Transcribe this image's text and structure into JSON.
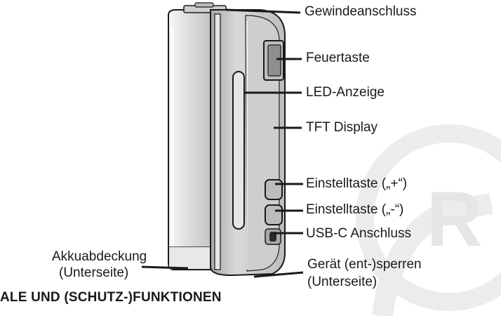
{
  "diagram": {
    "labels": {
      "thread": "Gewindeanschluss",
      "fire_button": "Feuertaste",
      "led": "LED-Anzeige",
      "display": "TFT Display",
      "adjust_plus": "Einstelltaste („+“)",
      "adjust_minus": "Einstelltaste („-“)",
      "usb": "USB-C Anschluss",
      "battery_cover_1": "Akkuabdeckung",
      "battery_cover_2": "(Unterseite)",
      "lock_1": "Gerät (ent-)sperren",
      "lock_2": "(Unterseite)"
    },
    "section_heading": "ALE UND (SCHUTZ-)FUNKTIONEN",
    "watermark": "®"
  },
  "colors": {
    "outline": "#1a1a1a",
    "body_light": "#ededed",
    "body_mid": "#d2d2d2",
    "body_dark": "#b8b8b8",
    "watermark": "#ececec"
  }
}
